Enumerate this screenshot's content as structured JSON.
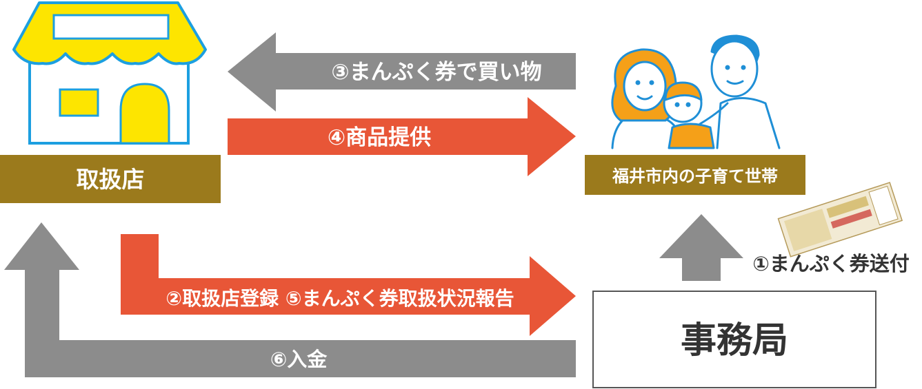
{
  "colors": {
    "gray_arrow": "#8c8c8c",
    "red_arrow": "#e85637",
    "gold_box": "#9b7a1c",
    "shop_yellow": "#fde500",
    "shop_blue": "#1c9fe0",
    "person_orange": "#f5a018",
    "person_line": "#1f8fd6",
    "text_dark": "#333333",
    "white": "#ffffff"
  },
  "nodes": {
    "shop": {
      "label": "取扱店",
      "icon": "shop-icon"
    },
    "family": {
      "label": "福井市内の子育て世帯",
      "icon": "family-icon"
    },
    "office": {
      "label": "事務局"
    },
    "voucher": {
      "icon": "voucher-ticket-icon"
    }
  },
  "arrows": {
    "buy": "③まんぷく券で買い物",
    "provide": "④商品提供",
    "register": "②取扱店登録 ⑤まんぷく券取扱状況報告",
    "payment": "⑥入金",
    "send": "①まんぷく券送付"
  }
}
